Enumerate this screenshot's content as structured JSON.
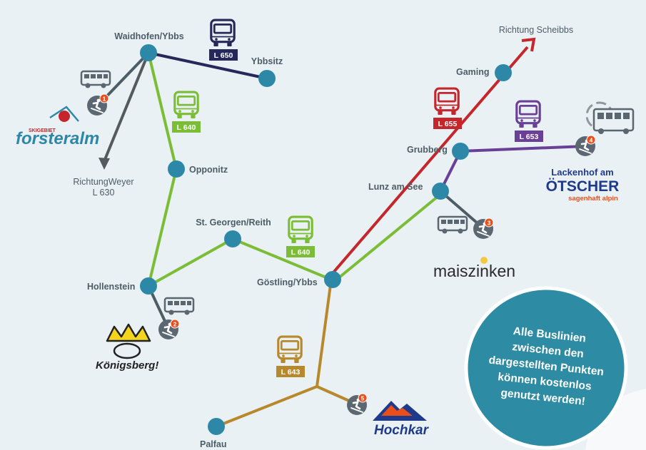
{
  "stops": {
    "waidhofen": "Waidhofen/Ybbs",
    "ybbsitz": "Ybbsitz",
    "opponitz": "Opponitz",
    "st_georgen": "St. Georgen/Reith",
    "hollenstein": "Hollenstein",
    "goestling": "Göstling/Ybbs",
    "lunz": "Lunz am See",
    "grubberg": "Grubberg",
    "gaming": "Gaming",
    "palfau": "Palfau"
  },
  "directions": {
    "weyer_line1": "RichtungWeyer",
    "weyer_line2": "L 630",
    "scheibbs": "Richtung Scheibbs"
  },
  "bus_lines": {
    "l650": "L 650",
    "l640a": "L 640",
    "l640b": "L 640",
    "l655": "L 655",
    "l653": "L 653",
    "l643": "L 643"
  },
  "ski_numbers": {
    "n1": "1",
    "n2": "2",
    "n3": "3",
    "n4": "4",
    "n5": "5"
  },
  "logos": {
    "forsteralm_sub": "SKIGEBIET",
    "forsteralm": "forsteralm",
    "koenigsberg": "Königsberg!",
    "maiszinken": "maiszinken",
    "hochkar": "Hochkar",
    "oetscher_top": "Lackenhof am",
    "oetscher_main": "ÖTSCHER",
    "oetscher_sub": "sagenhaft alpin"
  },
  "info": {
    "line1": "Alle Buslinien",
    "line2": "zwischen den",
    "line3": "dargestellten Punkten",
    "line4": "können kostenlos",
    "line5": "genutzt werden!"
  },
  "colors": {
    "background": "#eaf1f4",
    "stop": "#2d88a8",
    "l650": "#26285a",
    "l640": "#7cbd37",
    "l655": "#c4262b",
    "l653": "#6a3f96",
    "l643": "#b8892c",
    "weyer": "#555a60",
    "connector": "#4d5d66",
    "info_circle": "#2d8ba3"
  }
}
